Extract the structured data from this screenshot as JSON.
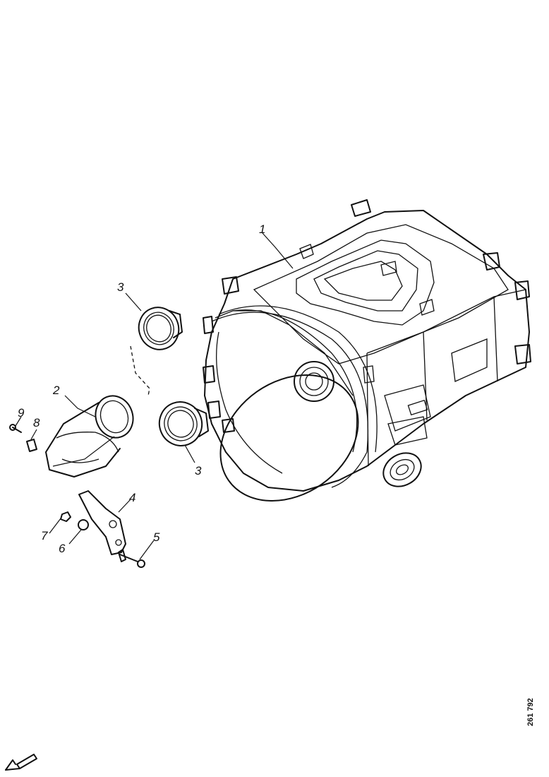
{
  "drawing": {
    "id_label": "261 792",
    "callouts": {
      "c1": "1",
      "c2": "2",
      "c3a": "3",
      "c3b": "3",
      "c4": "4",
      "c5": "5",
      "c6": "6",
      "c7": "7",
      "c8": "8",
      "c9": "9"
    },
    "icons": {
      "direction_arrow": "front-direction-arrow-icon"
    }
  }
}
